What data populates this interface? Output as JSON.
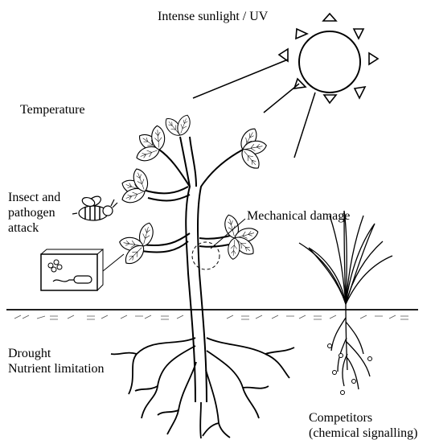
{
  "labels": {
    "sun": "Intense sunlight / UV",
    "temperature": "Temperature",
    "insect": [
      "Insect and",
      "pathogen",
      "attack"
    ],
    "mechanical": "Mechanical damage",
    "drought": [
      "Drought",
      "Nutrient limitation"
    ],
    "competitors": [
      "Competitors",
      "(chemical signalling)"
    ]
  },
  "icons": [
    "sun-icon",
    "plant-icon",
    "bee-icon",
    "grass-icon",
    "roots-icon",
    "pathogen-inset-icon"
  ],
  "colors": {
    "ink": "#000000",
    "background": "#ffffff"
  }
}
